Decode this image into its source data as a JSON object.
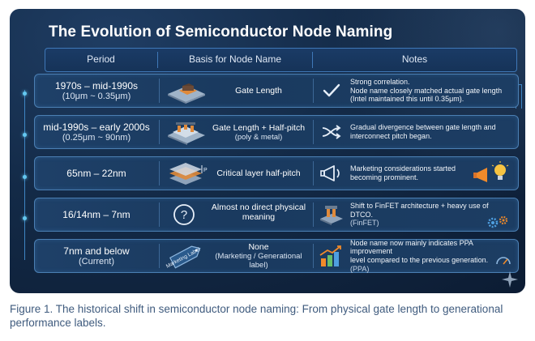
{
  "title": "The Evolution of Semiconductor Node Naming",
  "header": {
    "period": "Period",
    "basis": "Basis for Node Name",
    "notes": "Notes"
  },
  "rows": [
    {
      "period_main": "1970s – mid-1990s",
      "period_sub": "(10μm ~ 0.35μm)",
      "basis_main": "Gate Length",
      "basis_sub": "",
      "basis_icon": "transistor-gate-icon",
      "note_icon": "checkmark-icon",
      "note_1": "Strong correlation.",
      "note_2": "Node name closely matched actual gate length",
      "note_3": "(Intel maintained this until 0.35μm)."
    },
    {
      "period_main": "mid-1990s – early 2000s",
      "period_sub": "(0.25μm ~ 90nm)",
      "basis_main": "Gate Length + Half-pitch",
      "basis_sub": "(poly & metal)",
      "basis_icon": "chip-layers-icon",
      "note_icon": "diverging-arrows-icon",
      "note_1": "Gradual divergence between gate length and",
      "note_2": "interconnect pitch began.",
      "note_3": ""
    },
    {
      "period_main": "65nm – 22nm",
      "period_sub": "",
      "basis_main": "Critical layer half-pitch",
      "basis_sub": "",
      "basis_icon": "half-pitch-layers-icon",
      "basis_icon_label": "P",
      "note_icon": "megaphone-icon",
      "note_1": "Marketing considerations started",
      "note_2": "becoming prominent.",
      "note_3": ""
    },
    {
      "period_main": "16/14nm – 7nm",
      "period_sub": "",
      "basis_main": "Almost no direct physical",
      "basis_sub": "meaning",
      "basis_icon": "question-mark-icon",
      "basis_icon_label": "?",
      "note_icon": "finfet-chip-icon",
      "note_1": "Shift to FinFET architecture + heavy use of DTCO.",
      "note_2": "(FinFET)",
      "note_3": ""
    },
    {
      "period_main": "7nm and below",
      "period_sub": "(Current)",
      "basis_main": "None",
      "basis_sub": "(Marketing / Generational label)",
      "basis_icon": "marketing-label-tag-icon",
      "basis_icon_label": "Marketing Label",
      "note_icon": "performance-bars-icon",
      "note_1": "Node name now mainly indicates PPA improvement",
      "note_2": "level compared to the previous generation.",
      "note_3": "(PPA)"
    }
  ],
  "caption": "Figure 1. The historical shift in semiconductor node naming: From physical gate length to generational performance labels.",
  "colors": {
    "background": "#132a47",
    "row_border": "#4b7fb3",
    "accent_orange": "#f08a2a",
    "accent_cyan": "#64c8f0",
    "caption": "#3f5b7e"
  }
}
